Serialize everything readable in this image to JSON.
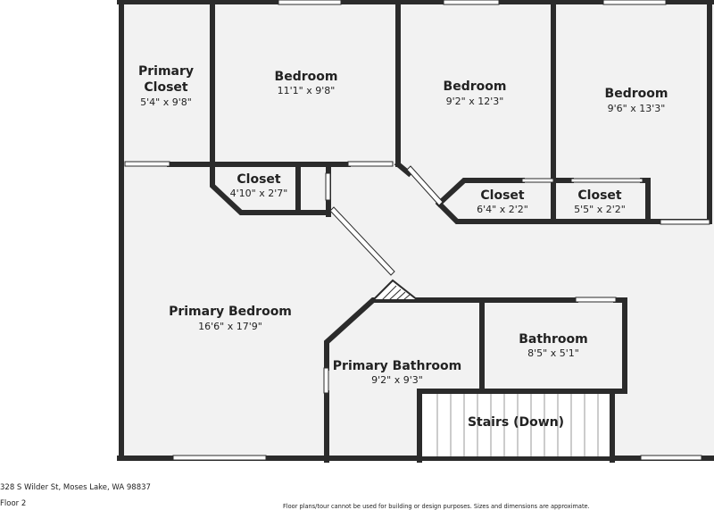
{
  "plan": {
    "rooms": [
      {
        "id": "primary-closet",
        "name_lines": [
          "Primary",
          "Closet"
        ],
        "dims": "5'4\" x 9'8\""
      },
      {
        "id": "bedroom-1",
        "name_lines": [
          "Bedroom"
        ],
        "dims": "11'1\" x 9'8\""
      },
      {
        "id": "bedroom-2",
        "name_lines": [
          "Bedroom"
        ],
        "dims": "9'2\" x 12'3\""
      },
      {
        "id": "bedroom-3",
        "name_lines": [
          "Bedroom"
        ],
        "dims": "9'6\" x 13'3\""
      },
      {
        "id": "closet-1",
        "name_lines": [
          "Closet"
        ],
        "dims": "4'10\" x 2'7\""
      },
      {
        "id": "closet-2",
        "name_lines": [
          "Closet"
        ],
        "dims": "6'4\" x 2'2\""
      },
      {
        "id": "closet-3",
        "name_lines": [
          "Closet"
        ],
        "dims": "5'5\" x 2'2\""
      },
      {
        "id": "primary-bedroom",
        "name_lines": [
          "Primary Bedroom"
        ],
        "dims": "16'6\" x 17'9\""
      },
      {
        "id": "bathroom",
        "name_lines": [
          "Bathroom"
        ],
        "dims": "8'5\" x 5'1\""
      },
      {
        "id": "primary-bathroom",
        "name_lines": [
          "Primary Bathroom"
        ],
        "dims": "9'2\" x 9'3\""
      },
      {
        "id": "stairs",
        "name_lines": [
          "Stairs (Down)"
        ],
        "dims": ""
      }
    ]
  },
  "footer": {
    "address": "328 S Wilder St, Moses Lake, WA 98837",
    "floor": "Floor 2",
    "disclaimer": "Floor plans/tour cannot be used for building or design purposes. Sizes and dimensions are approximate."
  },
  "colors": {
    "wall": "#2b2b2b",
    "floor": "#f2f2f2",
    "window": "#ffffff",
    "stair_line": "#888888"
  }
}
